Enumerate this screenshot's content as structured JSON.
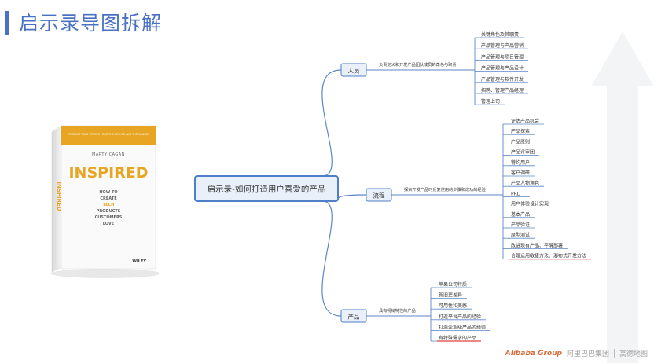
{
  "title": "启示录导图拆解",
  "book": {
    "top_tagline": "PRODUCT TEAM STORIES FROM THE AUTHOR AND THE CHANGE",
    "author": "MARTY CAGAN",
    "title": "INSPIRED",
    "subtitle_lines": [
      "HOW TO",
      "CREATE",
      "TECH",
      "PRODUCTS",
      "CUSTOMERS",
      "LOVE"
    ],
    "spine": "INSPIRED",
    "publisher": "WILEY"
  },
  "central": "启示录-如何打造用户喜爱的产品",
  "branches": [
    {
      "label": "人员",
      "description": "负责定义和开发产品团队成员的角色与职责",
      "leaves": [
        "关键角色及其职责",
        "产品管理与产品营销",
        "产品管理与项目管理",
        "产品管理与产品设计",
        "产品管理与软件开发",
        "招聘、管理产品经理",
        "管理上司"
      ]
    },
    {
      "label": "流程",
      "description": "探索开发产品时反复使用的步骤和成功的经验",
      "leaves": [
        "评估产品机会",
        "产品探索",
        "产品原则",
        "产品评审团",
        "特约用户",
        "客户调研",
        "产品人物角色",
        "PRD",
        "用户体验设计实现",
        "基本产品",
        "产品验证",
        "原型测试",
        "改进现有产品、平滑部署",
        "合理运用敏捷方法、瀑布式开发方法"
      ]
    },
    {
      "label": "产品",
      "description": "具有畅销特性的产品",
      "leaves": [
        "苹果公司特质",
        "新旧更差异",
        "可用性和美感",
        "打造平台产品的经验",
        "打造企业级产品的经验",
        "有特殊需求的产品"
      ]
    }
  ],
  "footer": {
    "alibaba": "Alibaba Group",
    "alibaba_cn": "阿里巴巴集团",
    "amap": "高德地图"
  },
  "colors": {
    "accent": "#4a72c4",
    "connector": "#5b86c9",
    "central_border": "#4f7fc9",
    "highlight_underline": "#e04040"
  }
}
